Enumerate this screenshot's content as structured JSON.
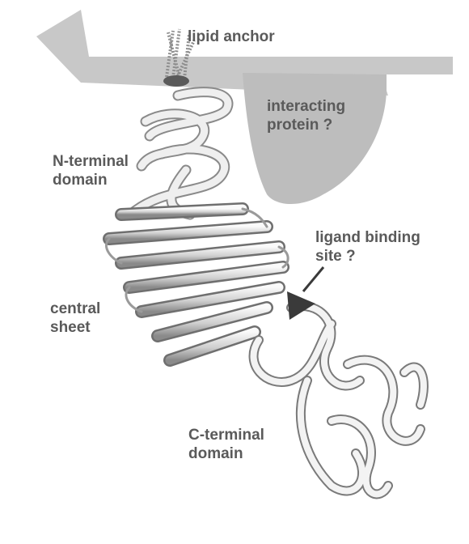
{
  "labels": {
    "lipid_anchor": "lipid anchor",
    "interacting_protein": [
      "interacting",
      "protein ?"
    ],
    "n_terminal": [
      "N-terminal",
      "domain"
    ],
    "ligand_binding": [
      "ligand binding",
      "site ?"
    ],
    "central_sheet": [
      "central",
      "sheet"
    ],
    "c_terminal": [
      "C-terminal",
      "domain"
    ]
  },
  "colors": {
    "membrane": "#c8c8c8",
    "protein_shape": "#bdbdbd",
    "ribbon_light": "#f2f2f2",
    "ribbon_mid": "#bfbfbf",
    "ribbon_dark": "#7a7a7a",
    "text": "#5a5a5a",
    "arrow": "#3a3a3a"
  }
}
